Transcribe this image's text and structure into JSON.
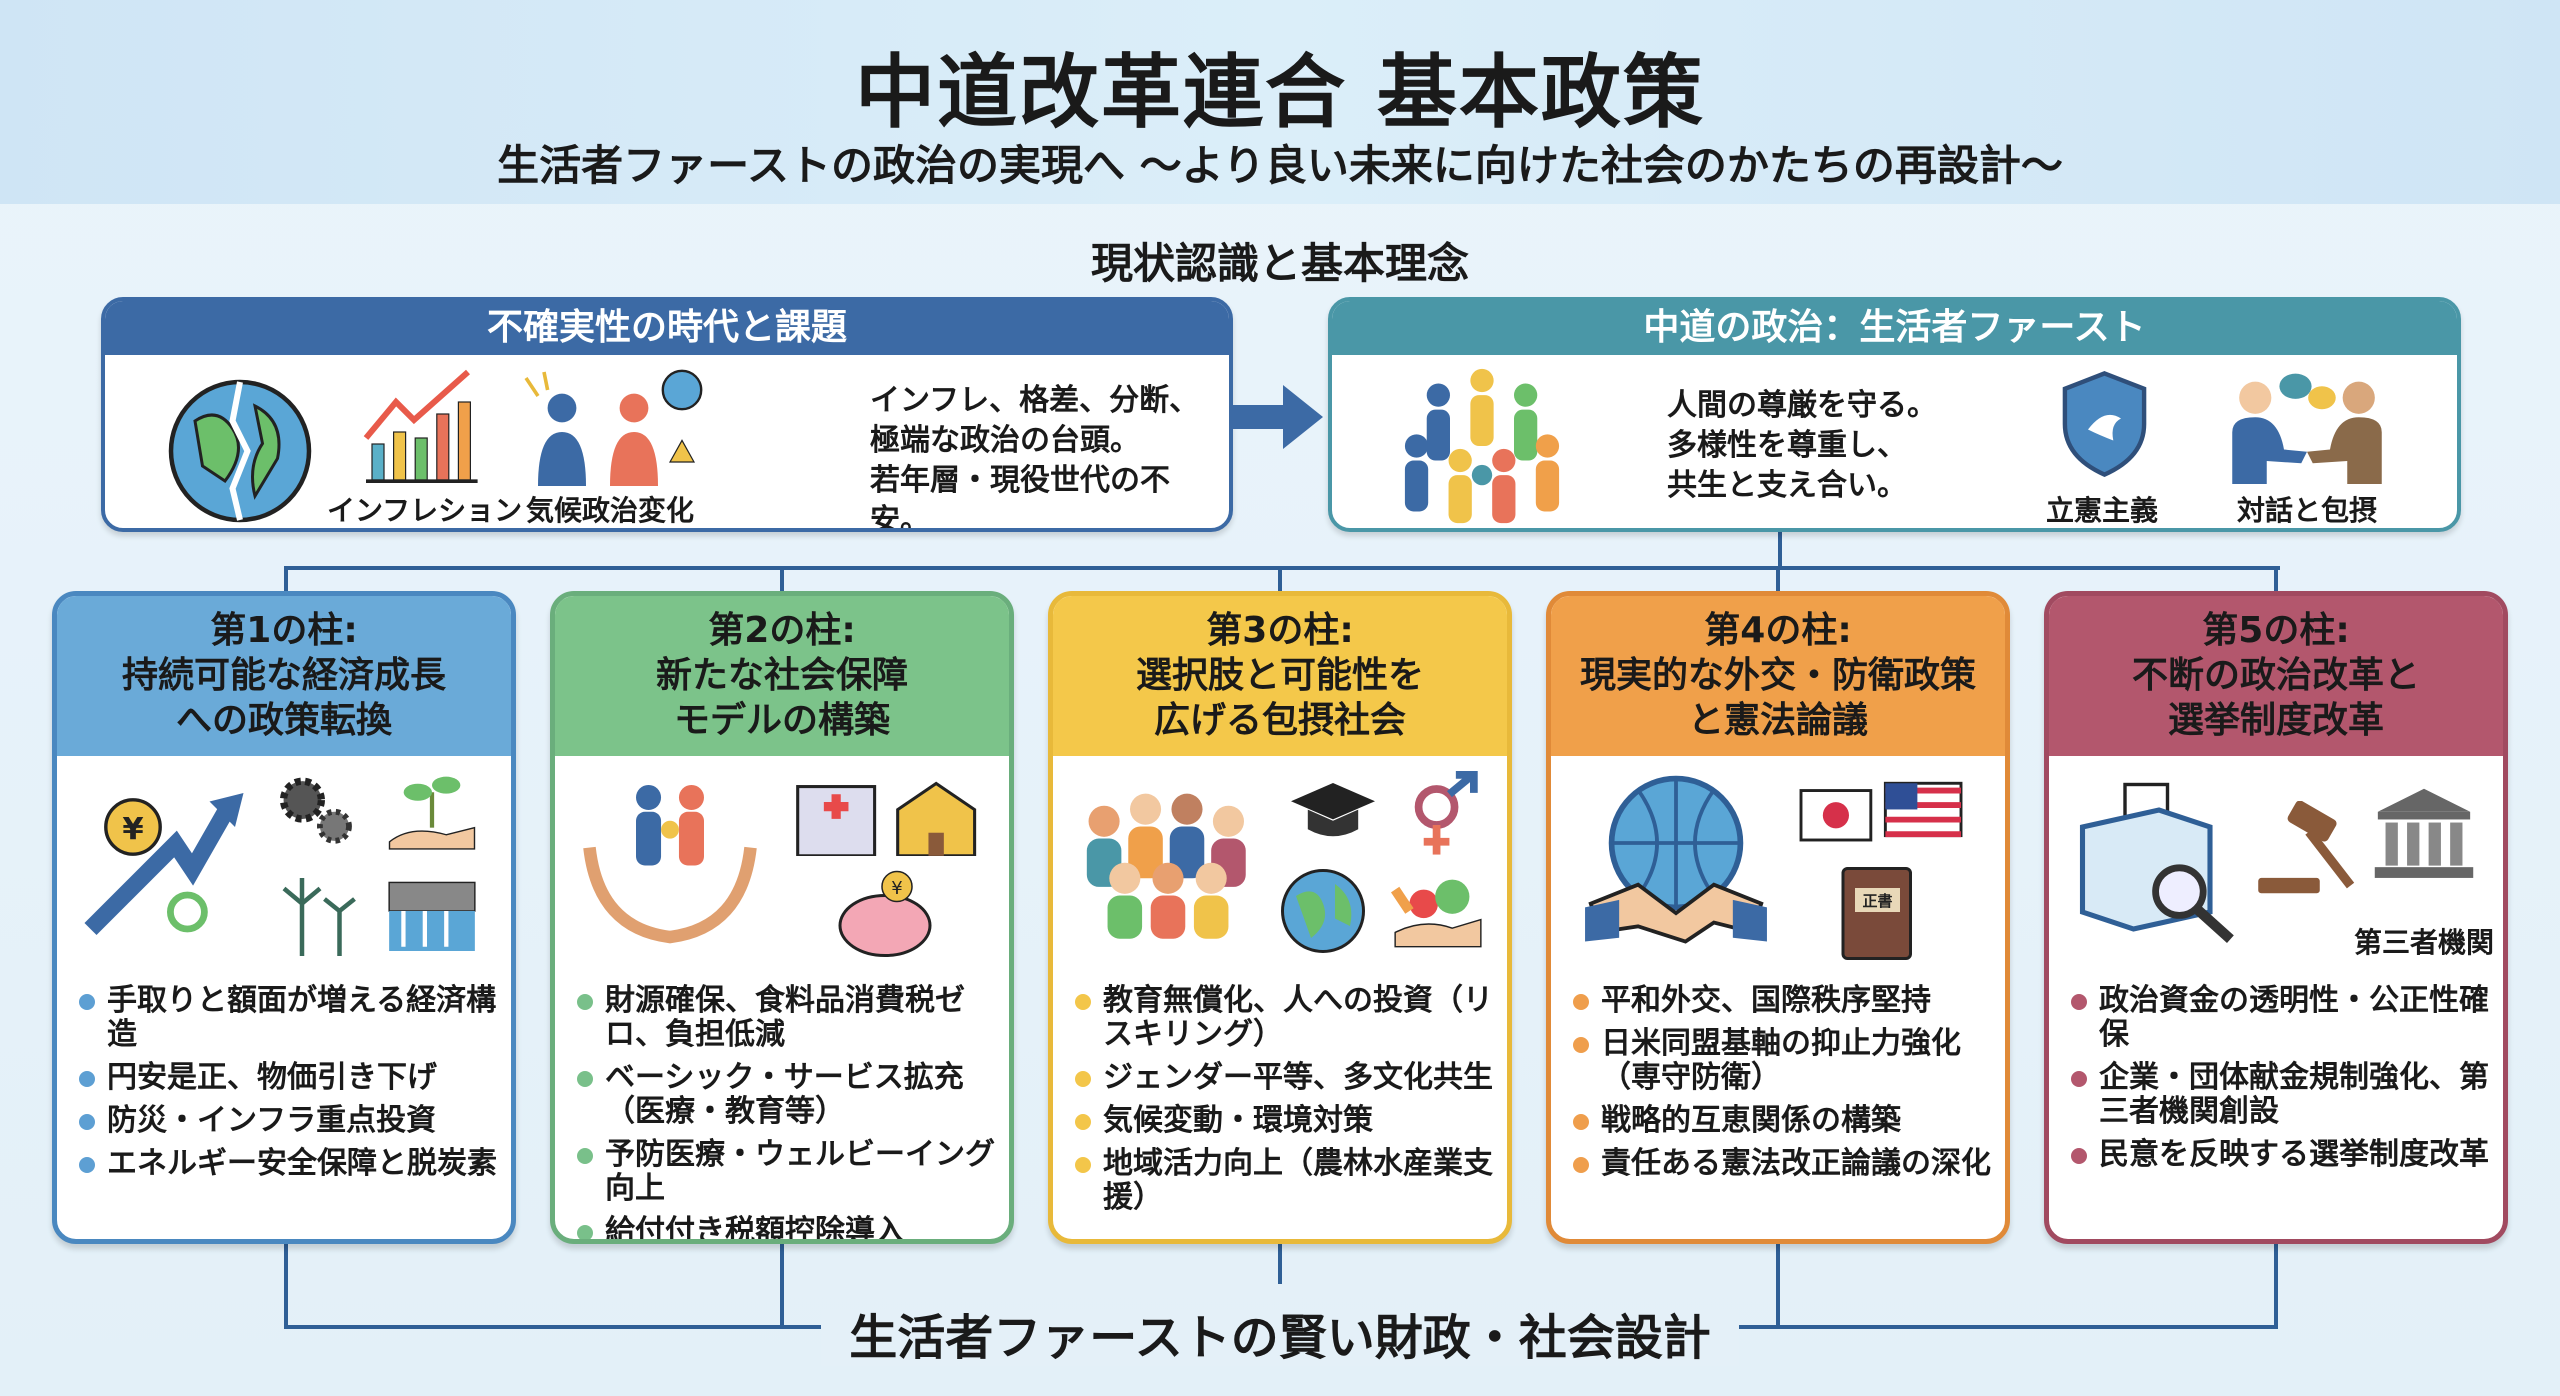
{
  "header": {
    "title": "中道改革連合 基本政策",
    "subtitle": "生活者ファーストの政治の実現へ ～より良い未来に向けた社会のかたちの再設計～"
  },
  "section_title": "現状認識と基本理念",
  "left_box": {
    "title": "不確実性の時代と課題",
    "icon_labels": [
      "インフレション",
      "気候政治変化"
    ],
    "text": [
      "インフレ、格差、分断、",
      "極端な政治の台頭。",
      "若年層・現役世代の不安。"
    ]
  },
  "right_box": {
    "title": "中道の政治：生活者ファースト",
    "text": [
      "人間の尊厳を守る。",
      "多様性を尊重し、",
      "共生と支え合い。"
    ],
    "icon_labels": [
      "立憲主義",
      "対話と包摂"
    ]
  },
  "pillars": [
    {
      "label": "第1の柱:",
      "title1": "持続可能な経済成長",
      "title2": "への政策転換",
      "color": "#5d9fd3",
      "border": "#4a88c0",
      "items": [
        "手取りと額面が増える経済構造",
        "円安是正、物価引き下げ",
        "防災・インフラ重点投資",
        "エネルギー安全保障と脱炭素"
      ]
    },
    {
      "label": "第2の柱:",
      "title1": "新たな社会保障",
      "title2": "モデルの構築",
      "color": "#79c08a",
      "border": "#6aae7c",
      "items": [
        "財源確保、食料品消費税ゼロ、負担低減",
        "ベーシック・サービス拡充（医療・教育等）",
        "予防医療・ウェルビーイング向上",
        "給付付き税額控除導入"
      ]
    },
    {
      "label": "第3の柱:",
      "title1": "選択肢と可能性を",
      "title2": "広げる包摂社会",
      "color": "#f3c64a",
      "border": "#e8b93a",
      "items": [
        "教育無償化、人への投資（リスキリング）",
        "ジェンダー平等、多文化共生",
        "気候変動・環境対策",
        "地域活力向上（農林水産業支援）"
      ]
    },
    {
      "label": "第4の柱:",
      "title1": "現実的な外交・防衛政策",
      "title2": "と憲法論議",
      "color": "#ef9e4c",
      "border": "#e08a38",
      "items": [
        "平和外交、国際秩序堅持",
        "日米同盟基軸の抑止力強化（専守防衛）",
        "戦略的互恵関係の構築",
        "責任ある憲法改正論議の深化"
      ]
    },
    {
      "label": "第5の柱:",
      "title1": "不断の政治改革と",
      "title2": "選挙制度改革",
      "color": "#b3576d",
      "border": "#a14a60",
      "items": [
        "政治資金の透明性・公正性確保",
        "企業・団体献金規制強化、第三者機関創設",
        "民意を反映する選挙制度改革"
      ],
      "icon_label": "第三者機関"
    }
  ],
  "footer": "生活者ファーストの賢い財政・社会設計",
  "colors": {
    "navy": "#3c6aa5",
    "teal": "#4a97a7"
  }
}
